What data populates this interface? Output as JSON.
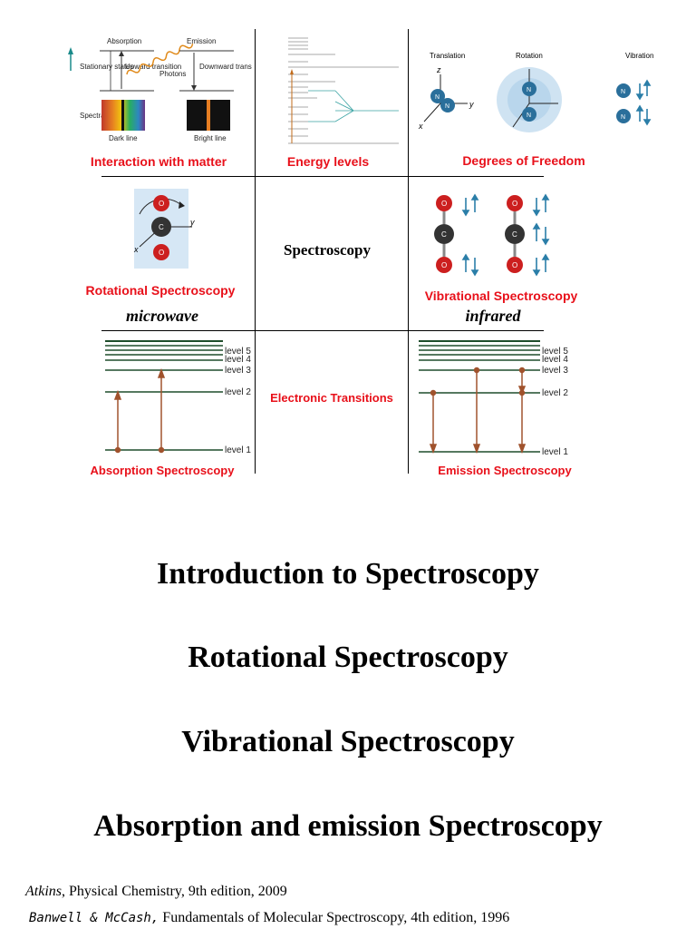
{
  "figure": {
    "labels": {
      "interaction": "Interaction with matter",
      "energy_levels": "Energy levels",
      "degrees_of_freedom": "Degrees of Freedom",
      "rotational": "Rotational Spectroscopy",
      "spectroscopy": "Spectroscopy",
      "vibrational": "Vibrational Spectroscopy",
      "microwave": "microwave",
      "infrared": "infrared",
      "electronic": "Electronic Transitions",
      "absorption": "Absorption Spectroscopy",
      "emission": "Emission Spectroscopy"
    },
    "interaction_panel": {
      "absorption": "Absorption",
      "emission": "Emission",
      "stationary_states": "Stationary states",
      "upward": "Upward transition",
      "downward": "Downward transition",
      "photons": "Photons",
      "spectra": "Spectra",
      "dark_line": "Dark line",
      "bright_line": "Bright line"
    },
    "dof_panel": {
      "translation": "Translation",
      "rotation": "Rotation",
      "vibration": "Vibration",
      "x": "x",
      "y": "y",
      "z": "z",
      "atom": "N"
    },
    "rot_panel": {
      "top_atom": "O",
      "center_atom": "C",
      "bottom_atom": "O",
      "x": "x",
      "y": "y"
    },
    "level_labels": [
      "level 5",
      "level 4",
      "level 3",
      "level 2",
      "level 1"
    ]
  },
  "headings": [
    "Introduction to Spectroscopy",
    "Rotational Spectroscopy",
    "Vibrational Spectroscopy",
    "Absorption and emission Spectroscopy"
  ],
  "references": [
    {
      "author": "Atkins",
      "text": ", Physical Chemistry, 9th edition, 2009"
    },
    {
      "author": "Banwell & McCash,",
      "text": " Fundamentals of Molecular Spectroscopy, 4th edition, 1996"
    }
  ],
  "colors": {
    "label_red": "#e8101a",
    "arrow_brown": "#a0522d",
    "level_green": "#1e4d2b",
    "atom_blue": "#2a6f9b",
    "oxygen_red": "#cc1f1f",
    "carbon_dark": "#333333",
    "vib_arrow_teal": "#2b7ea8"
  }
}
